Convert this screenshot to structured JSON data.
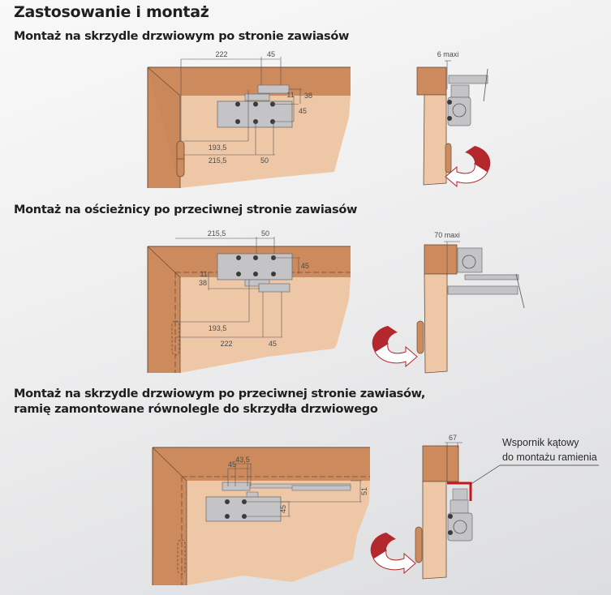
{
  "title": "Zastosowanie i montaż",
  "sections": [
    {
      "heading": "Montaż na skrzydle drzwiowym po stronie zawiasów",
      "front_dims": {
        "d222": "222",
        "d45_top": "45",
        "d11": "11",
        "d38": "38",
        "d45_side": "45",
        "d193": "193,5",
        "d215": "215,5",
        "d50": "50"
      },
      "side_dim": "6 maxi"
    },
    {
      "heading": "Montaż na ościeżnicy po przeciwnej stronie zawiasów",
      "front_dims": {
        "d215": "215,5",
        "d50": "50",
        "d45_side": "45",
        "d11": "11",
        "d38": "38",
        "d193": "193,5",
        "d222": "222",
        "d45_bottom": "45"
      },
      "side_dim": "70 maxi"
    },
    {
      "heading_line1": "Montaż na skrzydle drzwiowym po przeciwnej stronie zawiasów,",
      "heading_line2": "ramię zamontowane równolegle do skrzydła drzwiowego",
      "front_dims": {
        "d43": "43,5",
        "d45_top": "45",
        "d51": "51",
        "d45_side": "45"
      },
      "side_dim": "67",
      "callout_line1": "Wspornik kątowy",
      "callout_line2": "do montażu ramienia"
    }
  ],
  "colors": {
    "frame": "#cd8b5d",
    "door": "#eec8a6",
    "closer": "#c4c4c6",
    "arrow": "#b3282d",
    "bracket": "#c8161d"
  }
}
